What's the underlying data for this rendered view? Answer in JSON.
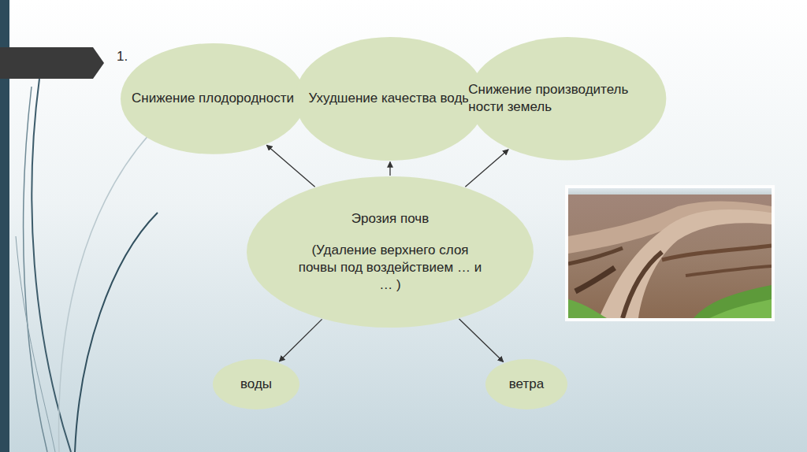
{
  "diagram": {
    "nodes": [
      {
        "text": [
          "Снижение плодородности"
        ]
      },
      {
        "text": [
          "Ухудшение качества воды"
        ]
      },
      {
        "text": [
          "Снижение производитель ности земель"
        ]
      },
      {
        "text": [
          "Эрозия почв",
          "(Удаление верхнего слоя почвы под воздействием … и … )"
        ]
      },
      {
        "text": [
          "воды"
        ]
      },
      {
        "text": [
          "ветра"
        ]
      }
    ],
    "edges": [
      {
        "from": 3,
        "to": 0,
        "arrow": "to"
      },
      {
        "from": 3,
        "to": 1,
        "arrow": "to"
      },
      {
        "from": 3,
        "to": 2,
        "arrow": "to"
      },
      {
        "from": 3,
        "to": 4,
        "arrow": "to"
      },
      {
        "from": 3,
        "to": 5,
        "arrow": "to"
      }
    ],
    "labels": [
      "1."
    ]
  }
}
